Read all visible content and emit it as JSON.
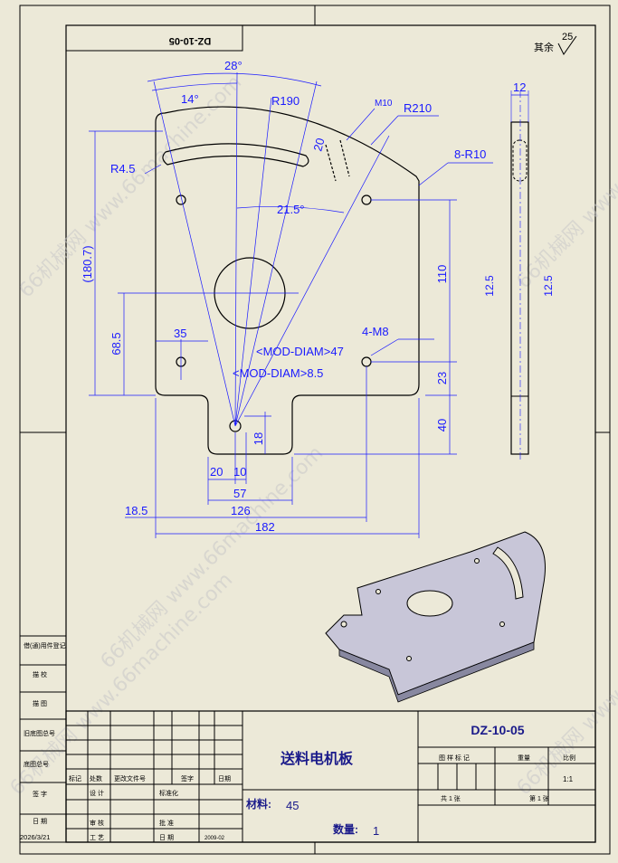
{
  "drawing_number": "DZ-10-05",
  "drawing_number_rotated": "DZ-10-05",
  "part_name": "送料电机板",
  "material_label": "材料:",
  "material_value": "45",
  "quantity_label": "数量:",
  "quantity_value": "1",
  "surface_finish": {
    "label": "其余",
    "value": "25"
  },
  "title_block": {
    "mark_headers": [
      "标记",
      "处数",
      "更改文件号",
      "签字",
      "日期"
    ],
    "roles": [
      "设 计",
      "标准化",
      "审 核",
      "批 准",
      "工 艺",
      "日 期"
    ],
    "right_headers": [
      "图 样 标 记",
      "重量",
      "比例"
    ],
    "scale": "1:1",
    "sheet_total": "共 1 张",
    "sheet_index": "第 1 张",
    "date": "2026/3/21",
    "date2": "2009-02",
    "side_labels": [
      "借(通)用件登记",
      "描 校",
      "描 图",
      "旧底图总号",
      "底图总号",
      "签 字",
      "日 期"
    ]
  },
  "dimensions": {
    "d28": "28°",
    "d14": "14°",
    "r190": "R190",
    "m10": "M10",
    "r210": "R210",
    "d20": "20",
    "r45": "R4.5",
    "r10": "8-R10",
    "d215": "21.5°",
    "d1807": "(180.7)",
    "d110": "110",
    "d685": "68.5",
    "d35": "35",
    "m8": "4-M8",
    "mod47": "<MOD-DIAM>47",
    "mod85": "<MOD-DIAM>8.5",
    "d23": "23",
    "d40": "40",
    "d18": "18",
    "d20b": "20",
    "d10": "10",
    "d57": "57",
    "d185": "18.5",
    "d126": "126",
    "d182": "182",
    "d12": "12",
    "d125a": "12.5",
    "d125b": "12.5"
  },
  "watermark": "66机械网 www.66machine.com"
}
